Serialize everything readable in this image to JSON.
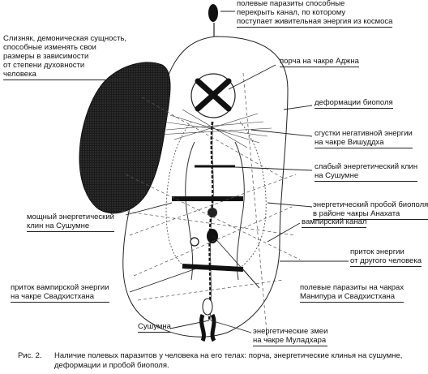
{
  "labels": {
    "field_parasites_top": [
      "полевые паразиты способные",
      "перекрыть канал, по которому",
      "поступает живительная энергия из космоса"
    ],
    "sliznyak": [
      "Слизняк, демоническая сущность,",
      "способные изменять свои",
      "размеры в зависимости",
      "от степени духовности",
      "человека"
    ],
    "porcha_adzhna": [
      "порча на чакре Аджна"
    ],
    "deformacii": [
      "деформации биополя"
    ],
    "sgustki": [
      "сгустки негативной энергии",
      "на чакре Вишуддха"
    ],
    "slabyi_klin": [
      "слабый энергетический клин",
      "на Сушумне"
    ],
    "proboi": [
      "энергетический пробой биополя",
      "в районе чакры Анахата"
    ],
    "moshchnyi_klin": [
      "мощный энергетический",
      "клин на Сушумне"
    ],
    "vampirskii_kanal": [
      "вампирский канал"
    ],
    "pritok_energii": [
      "приток энергии",
      "от другого человека"
    ],
    "pritok_vampirskoi": [
      "приток вампирской энергии",
      "на чакре Свадхистхана"
    ],
    "polevye_chakrah": [
      "полевые паразиты на чакрах",
      "Манипура и Свадхистхана"
    ],
    "sushumna": [
      "Сушумна"
    ],
    "zmei": [
      "энергетические змеи",
      "на чакре Муладхара"
    ]
  },
  "caption": {
    "number": "Рис. 2.",
    "lines": [
      "Наличие полевых паразитов у человека на его телах: порча, энергетические клинья на сушумне,",
      "деформации и пробой биополя."
    ]
  }
}
